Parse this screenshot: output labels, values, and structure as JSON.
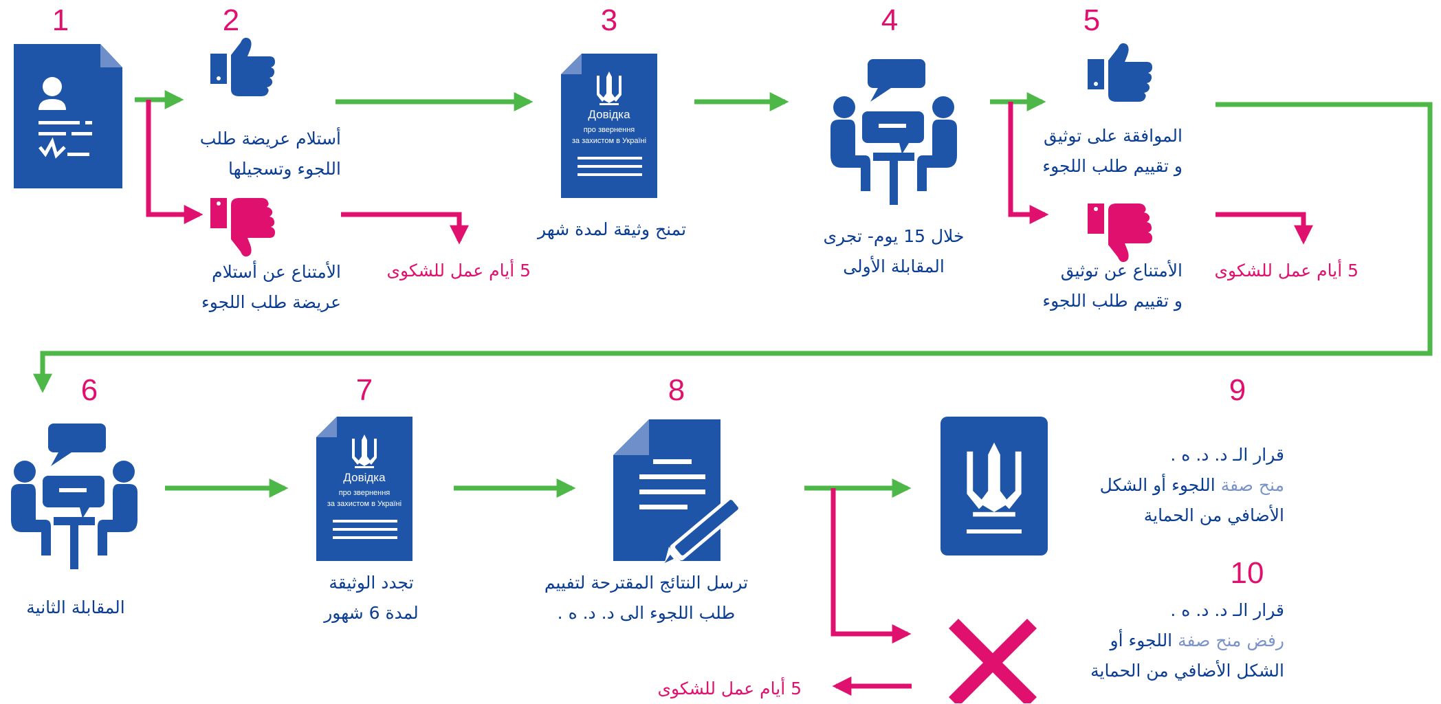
{
  "colors": {
    "blue": "#1f55a8",
    "green": "#4db848",
    "pink": "#e0106e",
    "navy": "#0a3d91"
  },
  "steps": {
    "s1": {
      "num": "1"
    },
    "s2": {
      "num": "2",
      "accept_l1": "أستلام عريضة طلب",
      "accept_l2": "اللجوء وتسجيلها",
      "reject_l1": "الأمتناع عن أستلام",
      "reject_l2": "عريضة طلب اللجوء",
      "complaint": "5 أيام عمل للشكوى"
    },
    "s3": {
      "num": "3",
      "caption": "تمنح وثيقة لمدة شهر",
      "doc_title": "Довідка",
      "doc_sub1": "про звернення",
      "doc_sub2": "за захистом в Україні"
    },
    "s4": {
      "num": "4",
      "caption_l1": "خلال 15 يوم- تجرى",
      "caption_l2": "المقابلة الأولى"
    },
    "s5": {
      "num": "5",
      "accept_l1": "الموافقة على توثيق",
      "accept_l2": "و تقييم طلب اللجوء",
      "reject_l1": "الأمتناع عن  توثيق",
      "reject_l2": "و تقييم طلب اللجوء",
      "complaint": "5 أيام عمل للشكوى"
    },
    "s6": {
      "num": "6",
      "caption": "المقابلة الثانية"
    },
    "s7": {
      "num": "7",
      "caption_l1": "تجدد الوثيقة",
      "caption_l2": "لمدة 6 شهور",
      "doc_title": "Довідка",
      "doc_sub1": "про звернення",
      "doc_sub2": "за захистом в Україні"
    },
    "s8": {
      "num": "8",
      "caption_l1": "ترسل النتائج المقترحة لتفييم",
      "caption_l2": "طلب اللجوء الى د. د. ه ."
    },
    "s9": {
      "num": "9",
      "l1": "قرار  الـ د. د. ه .",
      "l2": "منح صفة",
      "l2b": "اللجوء أو الشكل",
      "l3": "الأضافي من الحماية"
    },
    "s10": {
      "num": "10",
      "l1": "قرار  الـ د. د. ه .",
      "l2": "رفض منح صفة",
      "l2b": "اللجوء أو",
      "l3": "الشكل الأضافي من الحماية",
      "complaint": "5 أيام عمل للشكوى"
    }
  },
  "icons": [
    "person-document-icon",
    "thumbs-up-icon",
    "thumbs-down-icon",
    "certificate-document-icon",
    "meeting-icon",
    "trident-document-icon",
    "signing-document-icon",
    "cross-mark-icon"
  ]
}
